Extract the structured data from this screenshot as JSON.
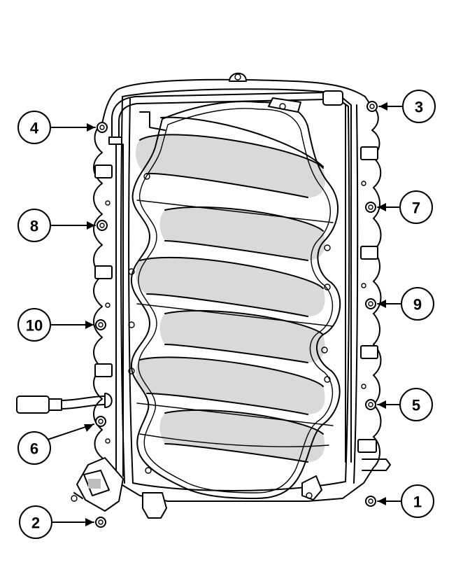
{
  "figure": {
    "callouts": [
      {
        "id": "c1",
        "label": "1",
        "side": "right"
      },
      {
        "id": "c2",
        "label": "2",
        "side": "left"
      },
      {
        "id": "c3",
        "label": "3",
        "side": "right"
      },
      {
        "id": "c4",
        "label": "4",
        "side": "left"
      },
      {
        "id": "c5",
        "label": "5",
        "side": "right"
      },
      {
        "id": "c6",
        "label": "6",
        "side": "left"
      },
      {
        "id": "c7",
        "label": "7",
        "side": "right"
      },
      {
        "id": "c8",
        "label": "8",
        "side": "left"
      },
      {
        "id": "c9",
        "label": "9",
        "side": "right"
      },
      {
        "id": "c10",
        "label": "10",
        "side": "left"
      }
    ],
    "colors": {
      "line": "#000000",
      "background": "#ffffff",
      "shade": "#d9d9d9"
    },
    "icons": {
      "bolt": "bolt-hole-icon",
      "connector": "electrical-connector-icon"
    }
  }
}
